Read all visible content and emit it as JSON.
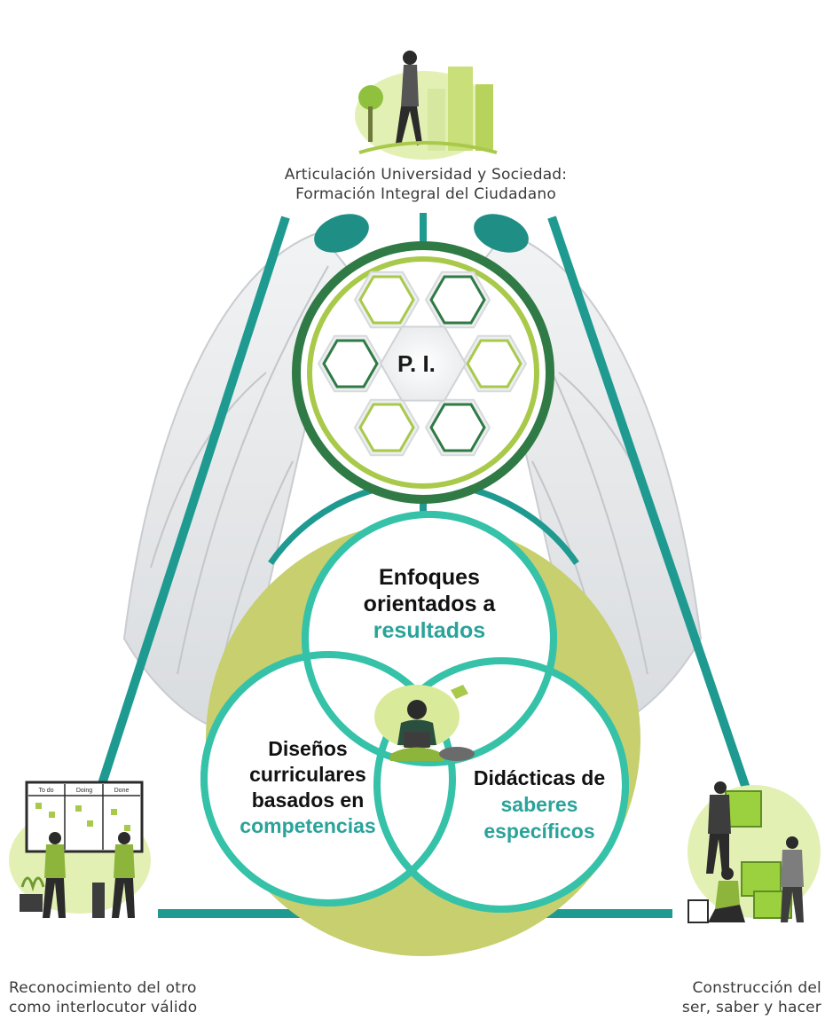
{
  "top_caption": {
    "line1": "Articulación Universidad y Sociedad:",
    "line2": "Formación Integral del Ciudadano"
  },
  "left_caption": {
    "line1": "Reconocimiento del otro",
    "line2": "como interlocutor válido"
  },
  "right_caption": {
    "line1": "Construcción del",
    "line2": "ser, saber y hacer"
  },
  "center_label": "P. I.",
  "kanban_board": {
    "col1": "To do",
    "col2": "Doing",
    "col3": "Done"
  },
  "venn": {
    "top": {
      "line1": "Enfoques",
      "line2": "orientados a",
      "accent": "resultados"
    },
    "left": {
      "line1": "Diseños",
      "line2": "curriculares",
      "line3": "basados en",
      "accent": "competencias"
    },
    "right": {
      "line1": "Didácticas de",
      "accent1": "saberes",
      "accent2": "específicos"
    }
  },
  "colors": {
    "teal": "#1f9a90",
    "dark_green": "#2f7a45",
    "lime": "#a8c94a",
    "olive_disc": "#c7cf6e",
    "venn_stroke": "#35c2a8",
    "wing": "#e3e5e7"
  }
}
